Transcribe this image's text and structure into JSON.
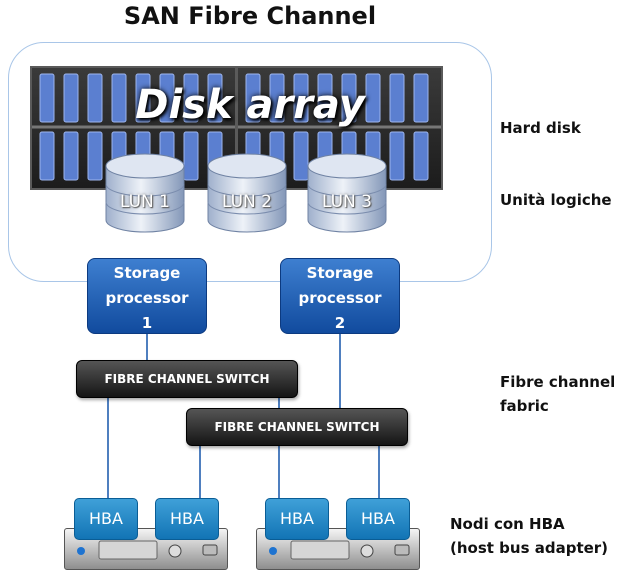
{
  "title": "SAN Fibre Channel",
  "array_label": "Disk array",
  "side_labels": {
    "hard_disk": "Hard disk",
    "logical_units": "Unità logiche",
    "fabric_line1": "Fibre channel",
    "fabric_line2": "fabric",
    "nodes_line1": "Nodi con HBA",
    "nodes_line2": "(host bus adapter)"
  },
  "luns": [
    "LUN 1",
    "LUN 2",
    "LUN 3"
  ],
  "storage_processors": [
    {
      "line1": "Storage",
      "line2": "processor",
      "line3": "1"
    },
    {
      "line1": "Storage",
      "line2": "processor",
      "line3": "2"
    }
  ],
  "switches": [
    "FIBRE CHANNEL  SWITCH",
    "FIBRE CHANNEL  SWITCH"
  ],
  "hbas": [
    "HBA",
    "HBA",
    "HBA",
    "HBA"
  ],
  "colors": {
    "storage_processor": "#1a5bb0",
    "hba": "#1f88c9",
    "switch": "#222222",
    "cloud_border": "#a9c6e8",
    "link": "#4f7fbf"
  }
}
